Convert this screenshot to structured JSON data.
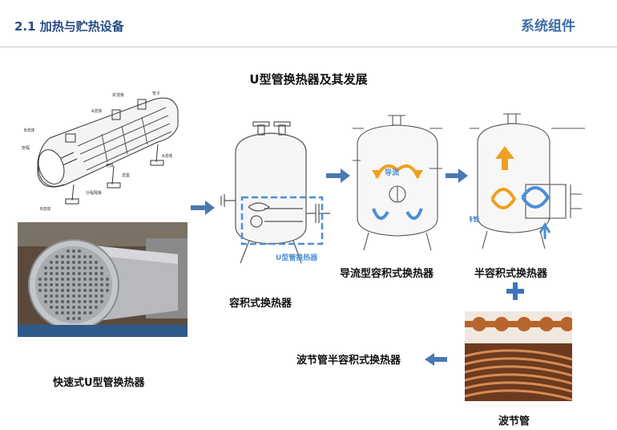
{
  "header": {
    "section_title": "2.1 加热与贮热设备",
    "category": "系统组件"
  },
  "main": {
    "title": "U型管换热器及其发展"
  },
  "labels": {
    "quick_u_tube": "快速式U型管换热器",
    "volumetric": "容积式换热器",
    "u_tube_inner": "U型管换热器",
    "guided_volumetric": "导流型容积式换热器",
    "semi_volumetric": "半容积式换热器",
    "bellows_semi": "波节管半容积式换热器",
    "bellows_tube": "波节管",
    "forced_downflow": "强制下降管",
    "guide_flow": "导流"
  },
  "colors": {
    "arrow_blue": "#4a78b4",
    "plus_blue": "#3d74c0",
    "flow_orange": "#f0a020",
    "flow_blue": "#4a8fd6",
    "accent_title": "#2a4d86"
  }
}
